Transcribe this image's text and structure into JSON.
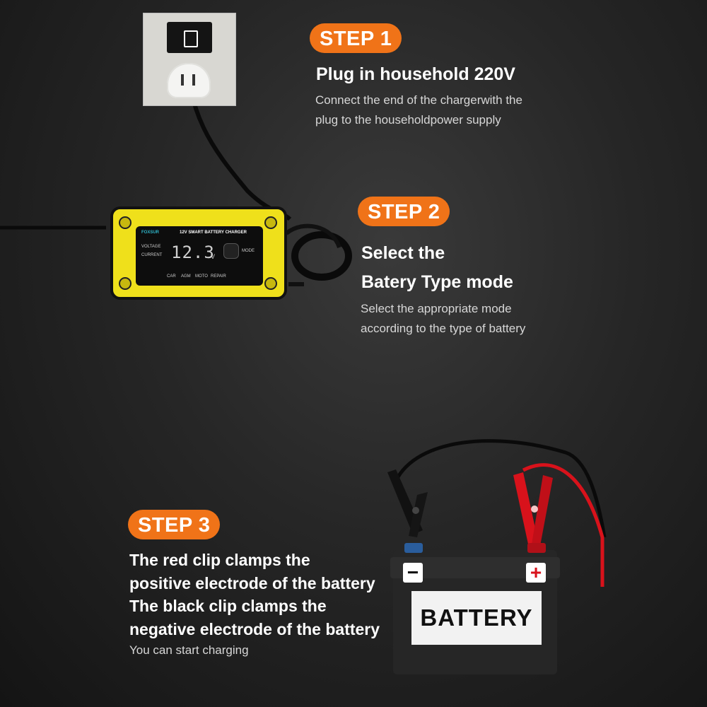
{
  "steps": [
    {
      "badge": "STEP 1",
      "title": "Plug in household 220V",
      "description_lines": [
        "Connect the end of the chargerwith the",
        "plug to the householdpower supply"
      ]
    },
    {
      "badge": "STEP 2",
      "title_lines": [
        "Select the",
        "Batery Type mode"
      ],
      "description_lines": [
        "Select the appropriate mode",
        "according to the type of battery"
      ]
    },
    {
      "badge": "STEP 3",
      "title_lines": [
        "The red clip clamps the",
        "positive electrode of the battery",
        "The black clip clamps the",
        "negative electrode of the battery"
      ],
      "description": "You can start charging"
    }
  ],
  "charger": {
    "brand": "FOXSUR",
    "model_label": "12V SMART BATTERY CHARGER",
    "display_value": "12.3",
    "display_unit": "V",
    "voltage_label": "VOLTAGE",
    "current_label": "CURRENT",
    "mode_label": "MODE",
    "modes": [
      "CAR",
      "AGM",
      "MOTO",
      "REPAIR"
    ]
  },
  "battery": {
    "label": "BATTERY",
    "negative_symbol": "−",
    "positive_symbol": "+"
  },
  "colors": {
    "badge": "#f07318",
    "charger_body": "#efe01b",
    "red_clip": "#d8121b"
  }
}
